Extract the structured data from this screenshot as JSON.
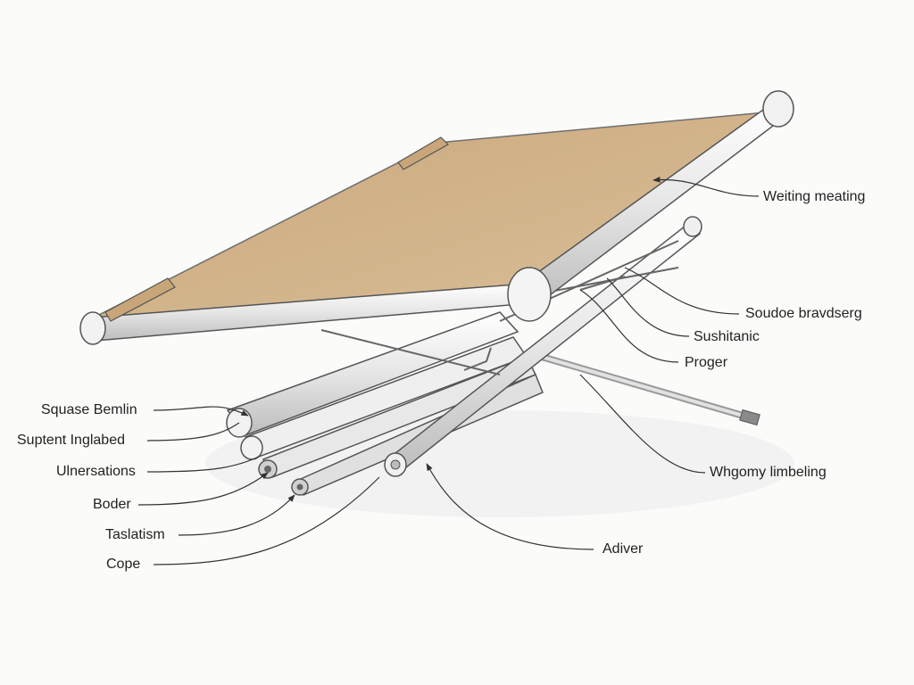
{
  "labels": {
    "weiting_meating": "Weiting meating",
    "soudoe_bravdserg": "Soudoe bravdserg",
    "sushitanic": "Sushitanic",
    "proger": "Proger",
    "whgomy_limbeling": "Whgomy limbeling",
    "adiver": "Adiver",
    "squase_bemlin": "Squase Bemlin",
    "suptent_inglabed": "Suptent Inglabed",
    "ulnersations": "Ulnersations",
    "boder": "Boder",
    "taslatism": "Taslatism",
    "cope": "Cope"
  },
  "colors": {
    "canvas": "#d2b48c",
    "metal_light": "#f4f4f4",
    "metal_shade": "#c9c9c9",
    "outline": "#555555",
    "leader": "#333333",
    "background": "#fbfbf9"
  }
}
